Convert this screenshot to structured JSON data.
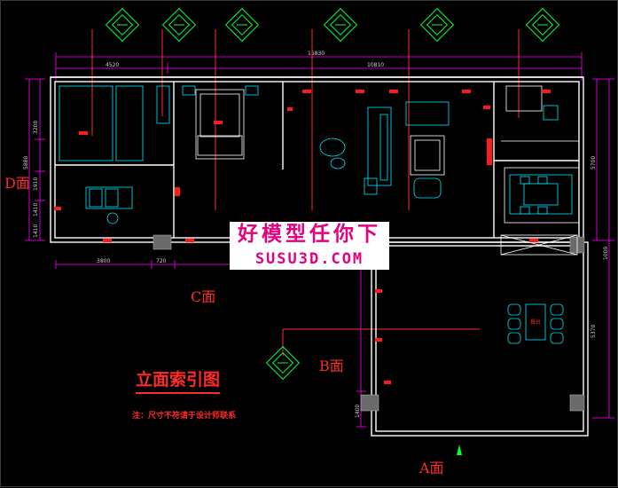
{
  "drawing": {
    "title": "立面索引图",
    "note": "注：尺寸不符请于设计师联系",
    "elevations": {
      "a": "A面",
      "b": "B面",
      "c": "C面",
      "d": "D面"
    },
    "dims_top": [
      "4520",
      "15830",
      "10810"
    ],
    "dims_bottom": [
      "3800",
      "720"
    ],
    "dims_left": [
      "3200",
      "5880",
      "1910",
      "1410",
      "1410"
    ],
    "dims_right": [
      "5700",
      "1000",
      "5370",
      "1400"
    ],
    "room_text": {
      "dining": "餐台"
    }
  },
  "watermark": {
    "line1": "好模型任你下",
    "line2": "SUSU3D.COM"
  },
  "colors": {
    "background": "#000000",
    "wall": "#ffffff",
    "furniture": "#00e5ff",
    "dimension": "#ff00ff",
    "index_marker": "#00ff3c",
    "label": "#ff2a2a"
  }
}
